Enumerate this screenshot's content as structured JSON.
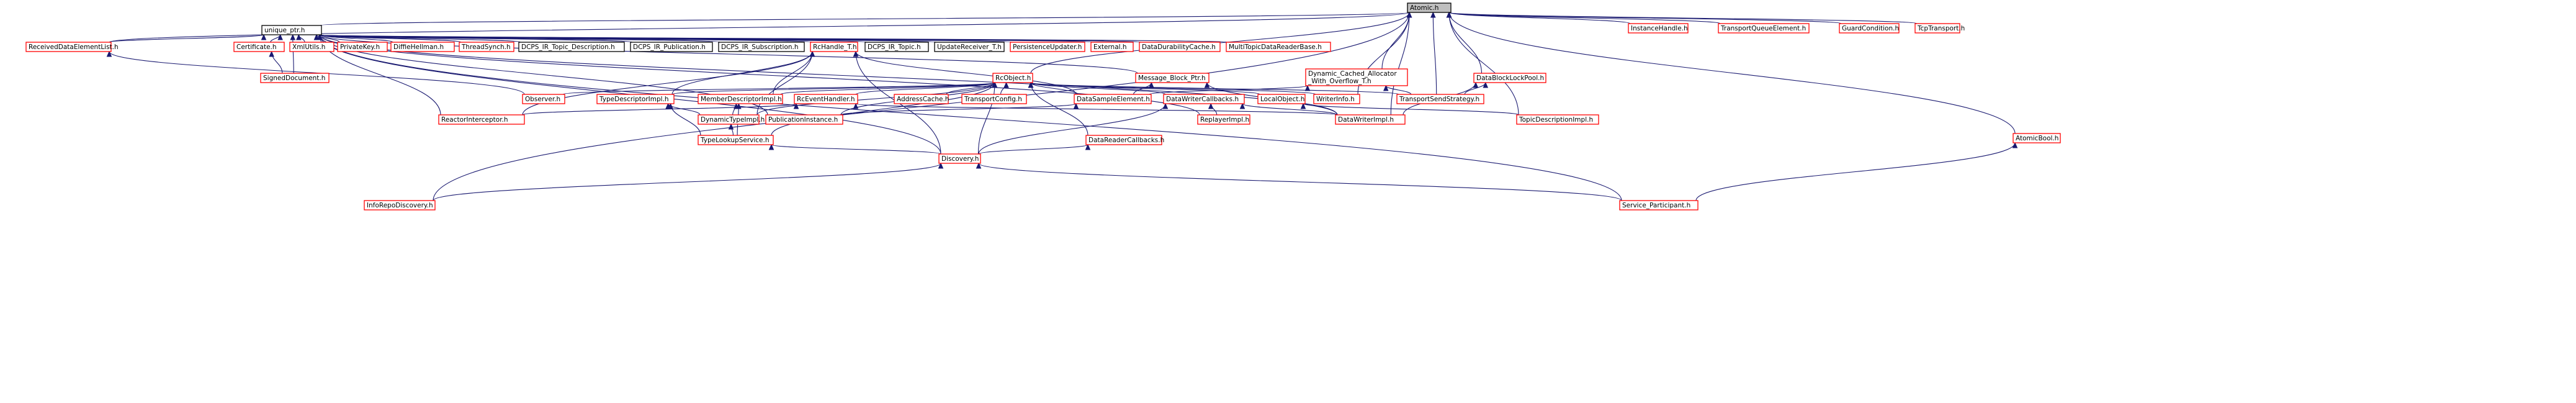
{
  "graph": {
    "nodes": [
      {
        "id": "atomic",
        "label": "Atomic.h",
        "style": "root"
      },
      {
        "id": "instancehandle",
        "label": "InstanceHandle.h",
        "style": "red"
      },
      {
        "id": "tqe",
        "label": "TransportQueueElement.h",
        "style": "red"
      },
      {
        "id": "guardcond",
        "label": "GuardCondition.h",
        "style": "red"
      },
      {
        "id": "tcptransport",
        "label": "TcpTransport.h",
        "style": "red"
      },
      {
        "id": "uniqueptr",
        "label": "unique_ptr.h",
        "style": "black"
      },
      {
        "id": "received",
        "label": "ReceivedDataElementList.h",
        "style": "red"
      },
      {
        "id": "certificate",
        "label": "Certificate.h",
        "style": "red"
      },
      {
        "id": "xmlutils",
        "label": "XmlUtils.h",
        "style": "red"
      },
      {
        "id": "privatekey",
        "label": "PrivateKey.h",
        "style": "red"
      },
      {
        "id": "diffie",
        "label": "DiffieHellman.h",
        "style": "red"
      },
      {
        "id": "threadsynch",
        "label": "ThreadSynch.h",
        "style": "red"
      },
      {
        "id": "topicdesc",
        "label": "DCPS_IR_Topic_Description.h",
        "style": "black"
      },
      {
        "id": "irpub",
        "label": "DCPS_IR_Publication.h",
        "style": "black"
      },
      {
        "id": "irsub",
        "label": "DCPS_IR_Subscription.h",
        "style": "black"
      },
      {
        "id": "rchandle",
        "label": "RcHandle_T.h",
        "style": "red"
      },
      {
        "id": "irtopic",
        "label": "DCPS_IR_Topic.h",
        "style": "black"
      },
      {
        "id": "updatereceiver",
        "label": "UpdateReceiver_T.h",
        "style": "black"
      },
      {
        "id": "persistence",
        "label": "PersistenceUpdater.h",
        "style": "red"
      },
      {
        "id": "external",
        "label": "External.h",
        "style": "red"
      },
      {
        "id": "durability",
        "label": "DataDurabilityCache.h",
        "style": "red"
      },
      {
        "id": "multitopic",
        "label": "MultiTopicDataReaderBase.h",
        "style": "red"
      },
      {
        "id": "dyncached",
        "label": "Dynamic_Cached_Allocator\n_With_Overflow_T.h",
        "style": "red"
      },
      {
        "id": "dblockpool",
        "label": "DataBlockLockPool.h",
        "style": "red"
      },
      {
        "id": "signeddoc",
        "label": "SignedDocument.h",
        "style": "red"
      },
      {
        "id": "rcobject",
        "label": "RcObject.h",
        "style": "red"
      },
      {
        "id": "msgblockptr",
        "label": "Message_Block_Ptr.h",
        "style": "red"
      },
      {
        "id": "observer",
        "label": "Observer.h",
        "style": "red"
      },
      {
        "id": "typedescimpl",
        "label": "TypeDescriptorImpl.h",
        "style": "red"
      },
      {
        "id": "memberdescimpl",
        "label": "MemberDescriptorImpl.h",
        "style": "red"
      },
      {
        "id": "rceventhandler",
        "label": "RcEventHandler.h",
        "style": "red"
      },
      {
        "id": "addresscache",
        "label": "AddressCache.h",
        "style": "red"
      },
      {
        "id": "transportconfig",
        "label": "TransportConfig.h",
        "style": "red"
      },
      {
        "id": "datasample",
        "label": "DataSampleElement.h",
        "style": "red"
      },
      {
        "id": "dwcallbacks",
        "label": "DataWriterCallbacks.h",
        "style": "red"
      },
      {
        "id": "localobject",
        "label": "LocalObject.h",
        "style": "red"
      },
      {
        "id": "writerinfo",
        "label": "WriterInfo.h",
        "style": "red"
      },
      {
        "id": "tss",
        "label": "TransportSendStrategy.h",
        "style": "red"
      },
      {
        "id": "reactorint",
        "label": "ReactorInterceptor.h",
        "style": "red"
      },
      {
        "id": "dyntypeimpl",
        "label": "DynamicTypeImpl.h",
        "style": "red"
      },
      {
        "id": "pubinstance",
        "label": "PublicationInstance.h",
        "style": "red"
      },
      {
        "id": "replayer",
        "label": "ReplayerImpl.h",
        "style": "red"
      },
      {
        "id": "dwimpl",
        "label": "DataWriterImpl.h",
        "style": "red"
      },
      {
        "id": "topicdescimpl",
        "label": "TopicDescriptionImpl.h",
        "style": "red"
      },
      {
        "id": "typelookup",
        "label": "TypeLookupService.h",
        "style": "red"
      },
      {
        "id": "drcallbacks",
        "label": "DataReaderCallbacks.h",
        "style": "red"
      },
      {
        "id": "atomicbool",
        "label": "AtomicBool.h",
        "style": "red"
      },
      {
        "id": "discovery",
        "label": "Discovery.h",
        "style": "red"
      },
      {
        "id": "inforepo",
        "label": "InfoRepoDiscovery.h",
        "style": "red"
      },
      {
        "id": "serviceparticipant",
        "label": "Service_Participant.h",
        "style": "red"
      }
    ],
    "edges": [
      [
        "instancehandle",
        "atomic"
      ],
      [
        "tqe",
        "atomic"
      ],
      [
        "guardcond",
        "atomic"
      ],
      [
        "tcptransport",
        "atomic"
      ],
      [
        "uniqueptr",
        "atomic"
      ],
      [
        "received",
        "atomic"
      ],
      [
        "rcobject",
        "atomic"
      ],
      [
        "dyncached",
        "atomic"
      ],
      [
        "dblockpool",
        "atomic"
      ],
      [
        "tss",
        "atomic"
      ],
      [
        "dwimpl",
        "atomic"
      ],
      [
        "writerinfo",
        "atomic"
      ],
      [
        "topicdescimpl",
        "atomic"
      ],
      [
        "atomicbool",
        "atomic"
      ],
      [
        "inforepo",
        "atomic"
      ],
      [
        "received",
        "uniqueptr"
      ],
      [
        "certificate",
        "uniqueptr"
      ],
      [
        "xmlutils",
        "uniqueptr"
      ],
      [
        "privatekey",
        "uniqueptr"
      ],
      [
        "diffie",
        "uniqueptr"
      ],
      [
        "threadsynch",
        "uniqueptr"
      ],
      [
        "topicdesc",
        "uniqueptr"
      ],
      [
        "irpub",
        "uniqueptr"
      ],
      [
        "irsub",
        "uniqueptr"
      ],
      [
        "rchandle",
        "uniqueptr"
      ],
      [
        "irtopic",
        "uniqueptr"
      ],
      [
        "updatereceiver",
        "uniqueptr"
      ],
      [
        "persistence",
        "uniqueptr"
      ],
      [
        "external",
        "uniqueptr"
      ],
      [
        "durability",
        "uniqueptr"
      ],
      [
        "multitopic",
        "uniqueptr"
      ],
      [
        "msgblockptr",
        "uniqueptr"
      ],
      [
        "signeddoc",
        "uniqueptr"
      ],
      [
        "reactorint",
        "uniqueptr"
      ],
      [
        "pubinstance",
        "uniqueptr"
      ],
      [
        "replayer",
        "uniqueptr"
      ],
      [
        "dwimpl",
        "uniqueptr"
      ],
      [
        "discovery",
        "uniqueptr"
      ],
      [
        "serviceparticipant",
        "uniqueptr"
      ],
      [
        "signeddoc",
        "certificate"
      ],
      [
        "observer",
        "received"
      ],
      [
        "reactorint",
        "rchandle"
      ],
      [
        "typedescimpl",
        "rchandle"
      ],
      [
        "memberdescimpl",
        "rchandle"
      ],
      [
        "dyntypeimpl",
        "rchandle"
      ],
      [
        "discovery",
        "rchandle"
      ],
      [
        "datasample",
        "rchandle"
      ],
      [
        "observer",
        "rcobject"
      ],
      [
        "typedescimpl",
        "rcobject"
      ],
      [
        "memberdescimpl",
        "rcobject"
      ],
      [
        "rceventhandler",
        "rcobject"
      ],
      [
        "addresscache",
        "rcobject"
      ],
      [
        "transportconfig",
        "rcobject"
      ],
      [
        "datasample",
        "rcobject"
      ],
      [
        "dwcallbacks",
        "rcobject"
      ],
      [
        "localobject",
        "rcobject"
      ],
      [
        "writerinfo",
        "rcobject"
      ],
      [
        "tss",
        "rcobject"
      ],
      [
        "dyntypeimpl",
        "rcobject"
      ],
      [
        "pubinstance",
        "rcobject"
      ],
      [
        "typelookup",
        "rcobject"
      ],
      [
        "drcallbacks",
        "rcobject"
      ],
      [
        "discovery",
        "rcobject"
      ],
      [
        "datasample",
        "msgblockptr"
      ],
      [
        "dwimpl",
        "msgblockptr"
      ],
      [
        "datasample",
        "dyncached"
      ],
      [
        "tss",
        "dyncached"
      ],
      [
        "tss",
        "dblockpool"
      ],
      [
        "dwimpl",
        "dblockpool"
      ],
      [
        "dyntypeimpl",
        "typedescimpl"
      ],
      [
        "typelookup",
        "typedescimpl"
      ],
      [
        "dyntypeimpl",
        "memberdescimpl"
      ],
      [
        "typelookup",
        "memberdescimpl"
      ],
      [
        "typelookup",
        "dyntypeimpl"
      ],
      [
        "reactorint",
        "rceventhandler"
      ],
      [
        "dwimpl",
        "rceventhandler"
      ],
      [
        "pubinstance",
        "datasample"
      ],
      [
        "replayer",
        "dwcallbacks"
      ],
      [
        "dwimpl",
        "dwcallbacks"
      ],
      [
        "discovery",
        "dwcallbacks"
      ],
      [
        "topicdescimpl",
        "localobject"
      ],
      [
        "discovery",
        "typelookup"
      ],
      [
        "discovery",
        "drcallbacks"
      ],
      [
        "serviceparticipant",
        "atomicbool"
      ],
      [
        "inforepo",
        "discovery"
      ],
      [
        "serviceparticipant",
        "discovery"
      ]
    ]
  }
}
